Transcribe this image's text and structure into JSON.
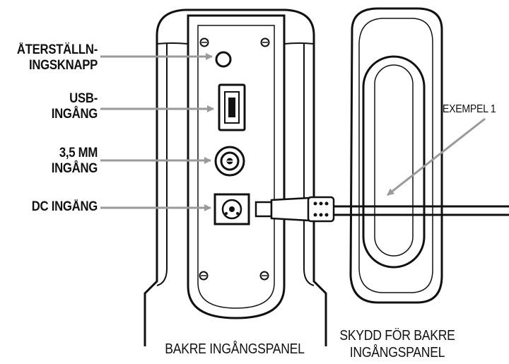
{
  "labels": {
    "reset_line1": "ÅTERSTÄLLN-",
    "reset_line2": "INGSKNAPP",
    "usb_line1": "USB-",
    "usb_line2": "INGÅNG",
    "audio_line1": "3,5 MM",
    "audio_line2": "INGÅNG",
    "dc": "DC INGÅNG",
    "example": "EXEMPEL 1",
    "rear_panel": "BAKRE INGÅNGSPANEL",
    "cover_line1": "SKYDD FÖR BAKRE",
    "cover_line2": "INGÅNGSPANEL"
  },
  "colors": {
    "outline": "#111111",
    "arrow": "#9a9a9a",
    "background": "#ffffff"
  }
}
